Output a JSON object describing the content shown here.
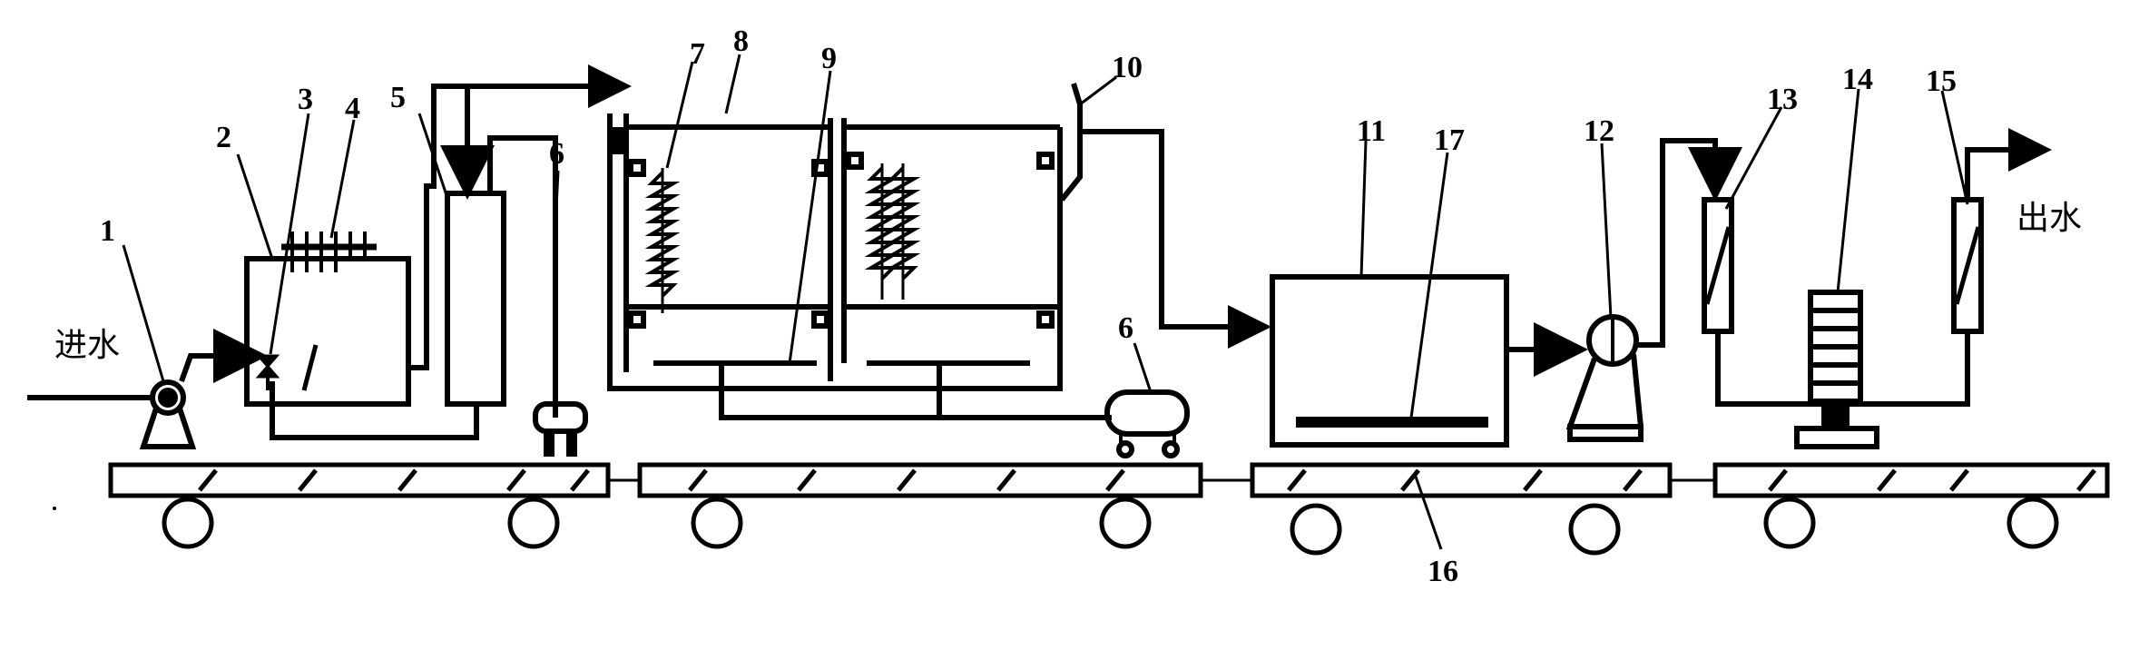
{
  "labels": {
    "inlet": "进水",
    "outlet": "出水"
  },
  "callouts": {
    "n1": "1",
    "n2": "2",
    "n3": "3",
    "n4": "4",
    "n5": "5",
    "n6a": "6",
    "n6b": "6",
    "n7": "7",
    "n8": "8",
    "n9": "9",
    "n10": "10",
    "n11": "11",
    "n12": "12",
    "n13": "13",
    "n14": "14",
    "n15": "15",
    "n16": "16",
    "n17": "17"
  }
}
